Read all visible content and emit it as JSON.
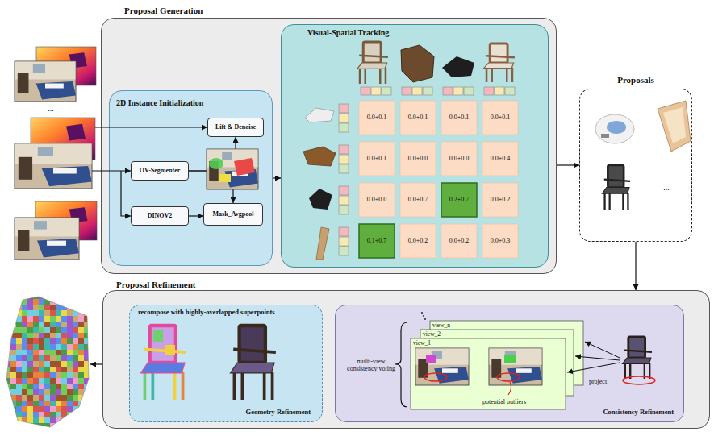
{
  "diagram": {
    "nodes": [
      {
        "text": [
          "Proposal Generation"
        ]
      },
      {
        "text": [
          "2D Instance Initialization"
        ],
        "in": 0
      },
      {
        "text": [
          "Lift & Denoise"
        ],
        "in": 1
      },
      {
        "text": [
          "OV-Segmenter"
        ],
        "in": 1
      },
      {
        "text": [
          "DINOV2"
        ],
        "in": 1
      },
      {
        "text": [
          "Mask_Avgpool"
        ],
        "in": 1
      },
      {
        "text": [
          "Visual-Spatial Tracking"
        ],
        "in": 0
      },
      {
        "text": [
          "Proposals"
        ]
      },
      {
        "text": [
          "Proposal Refinement"
        ]
      },
      {
        "text": [
          "recompose with highly-overlapped superpoints",
          "Geometry Refinement"
        ],
        "in": 8
      },
      {
        "text": [
          "Consistency Refinement"
        ],
        "in": 8
      }
    ],
    "edges": [
      {
        "from": 3,
        "to": 2,
        "arrow": "to"
      },
      {
        "from": 3,
        "to": 5,
        "arrow": "to"
      },
      {
        "from": 4,
        "to": 5,
        "arrow": "to"
      },
      {
        "from": 1,
        "to": 6,
        "arrow": "to"
      },
      {
        "from": 0,
        "to": 7,
        "arrow": "to"
      },
      {
        "from": 7,
        "to": 8,
        "arrow": "to"
      }
    ],
    "labels": [
      "...",
      "...",
      "0.0+0.1",
      "0.0+0.1",
      "0.0+0.1",
      "0.0+0.1",
      "0.0+0.1",
      "0.0+0.0",
      "0.0+0.0",
      "0.0+0.4",
      "0.0+0.0",
      "0.0+0.7",
      "0.2+0.7",
      "0.0+0.2",
      "0.1+0.7",
      "0.0+0.2",
      "0.0+0.2",
      "0.0+0.3",
      "...",
      "multi-view consistency voting",
      "view_n",
      "view_2",
      "view_1",
      "potential outliers",
      "project"
    ]
  }
}
